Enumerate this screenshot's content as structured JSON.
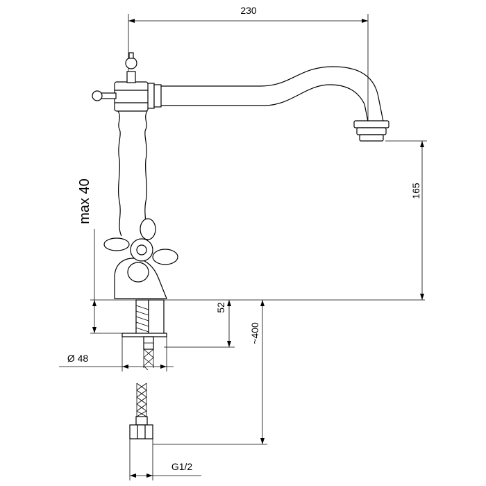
{
  "dimensions": {
    "width_top": "230",
    "height_right": "165",
    "max_thickness": "max 40",
    "below_deck": "52",
    "hose_length": "~400",
    "diameter": "Ø 48",
    "thread": "G1/2"
  }
}
